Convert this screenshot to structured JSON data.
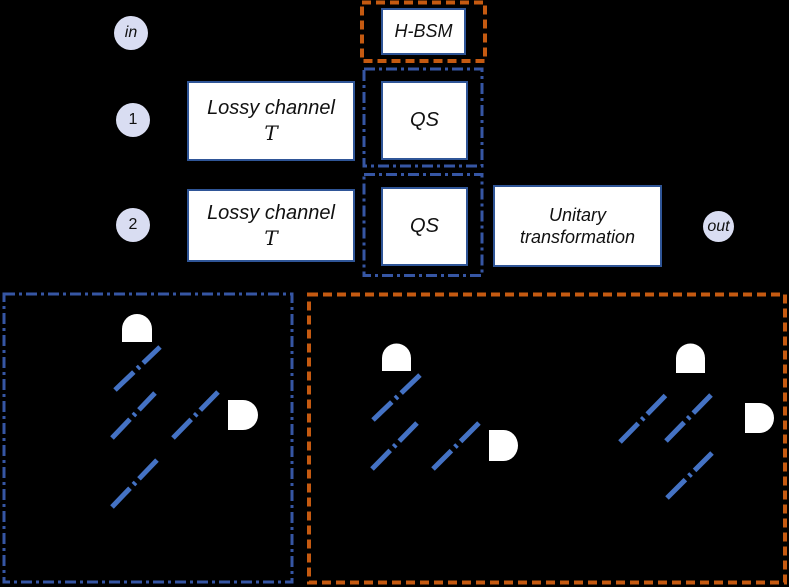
{
  "colors": {
    "background": "#000000",
    "beamsplitter_blue": "#4472C4",
    "box_border_blue": "#2F5597",
    "dashdot_blue": "#3656A4",
    "dash_orange": "#C55A11",
    "node_fill": "#D9DDF2",
    "box_fill": "#FFFFFF",
    "detector_fill": "#FFFFFF"
  },
  "top": {
    "nodes": {
      "in": "in",
      "one": "1",
      "two": "2",
      "out": "out"
    },
    "hbsm": {
      "label": "H-BSM"
    },
    "qs1": {
      "label": "QS"
    },
    "qs2": {
      "label": "QS"
    },
    "lossy1": {
      "l1": "Lossy channel",
      "l2": "T"
    },
    "lossy2": {
      "l1": "Lossy channel",
      "l2": "T"
    },
    "unitary": {
      "l1": "Unitary",
      "l2": "transformation"
    }
  },
  "bottom": {
    "left_panel": {
      "outline_style": "blue-dash-dot",
      "detectors": [
        "detector-up",
        "detector-right"
      ],
      "beamsplitter_count": 4
    },
    "right_panel": {
      "outline_style": "orange-dashed",
      "detectors": [
        "detector-up",
        "detector-right",
        "detector-up",
        "detector-right"
      ],
      "beamsplitter_count": 6
    }
  }
}
